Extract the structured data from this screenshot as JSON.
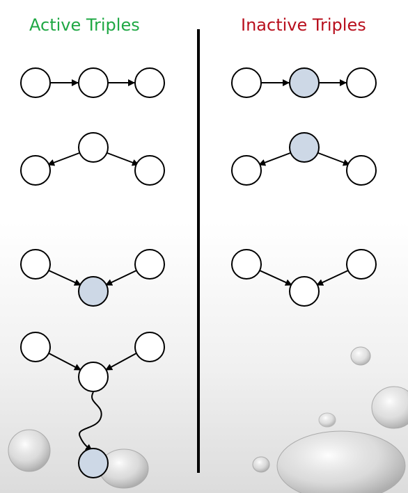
{
  "active": {
    "heading": "Active Triples"
  },
  "inactive": {
    "heading": "Inactive Triples"
  },
  "colors": {
    "active_heading": "#1fa844",
    "inactive_heading": "#b80f1d",
    "node_fill": "#ffffff",
    "observed_fill": "#cdd8e6",
    "stroke": "#000000"
  },
  "triples": [
    {
      "group": "active",
      "name": "causal-chain",
      "shaded": []
    },
    {
      "group": "active",
      "name": "common-cause",
      "shaded": []
    },
    {
      "group": "active",
      "name": "common-effect",
      "shaded": [
        "effect"
      ]
    },
    {
      "group": "active",
      "name": "common-effect-descendant",
      "shaded": [
        "descendant"
      ]
    },
    {
      "group": "inactive",
      "name": "causal-chain",
      "shaded": [
        "middle"
      ]
    },
    {
      "group": "inactive",
      "name": "common-cause",
      "shaded": [
        "cause"
      ]
    },
    {
      "group": "inactive",
      "name": "common-effect",
      "shaded": []
    }
  ]
}
